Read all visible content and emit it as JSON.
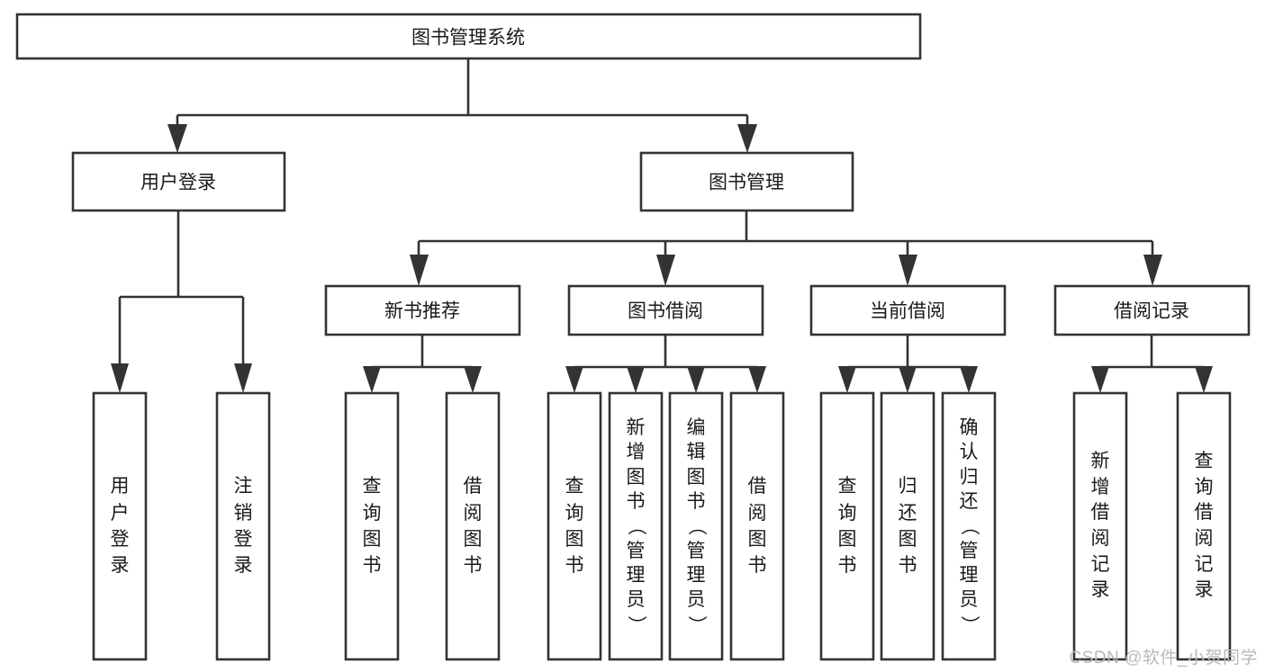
{
  "diagram": {
    "type": "tree",
    "title": "图书管理系统",
    "orientation": "top-down",
    "colors": {
      "stroke": "#333333",
      "box_fill": "#ffffff",
      "text": "#1a1a1a",
      "background": "#ffffff",
      "watermark": "#b9b9b9"
    }
  },
  "nodes": {
    "root": {
      "label": "图书管理系统",
      "level": 0
    },
    "level1": [
      {
        "id": "user-login",
        "label": "用户登录"
      },
      {
        "id": "book-manage",
        "label": "图书管理"
      }
    ],
    "level2": [
      {
        "id": "new-book-recommend",
        "label": "新书推荐",
        "parent": "book-manage"
      },
      {
        "id": "book-borrow",
        "label": "图书借阅",
        "parent": "book-manage"
      },
      {
        "id": "current-borrow",
        "label": "当前借阅",
        "parent": "book-manage"
      },
      {
        "id": "borrow-record",
        "label": "借阅记录",
        "parent": "book-manage"
      }
    ],
    "leaves": {
      "user-login": [
        {
          "id": "leaf-user-login",
          "label": "用户登录",
          "chars": [
            "用",
            "户",
            "登",
            "录"
          ]
        },
        {
          "id": "leaf-user-logout",
          "label": "注销登录",
          "chars": [
            "注",
            "销",
            "登",
            "录"
          ]
        }
      ],
      "new-book-recommend": [
        {
          "id": "leaf-query-book-1",
          "label": "查询图书",
          "chars": [
            "查",
            "询",
            "图",
            "书"
          ]
        },
        {
          "id": "leaf-borrow-book-1",
          "label": "借阅图书",
          "chars": [
            "借",
            "阅",
            "图",
            "书"
          ]
        }
      ],
      "book-borrow": [
        {
          "id": "leaf-query-book-2",
          "label": "查询图书",
          "chars": [
            "查",
            "询",
            "图",
            "书"
          ]
        },
        {
          "id": "leaf-add-book-admin",
          "label": "新增图书（管理员）",
          "chars": [
            "新",
            "增",
            "图",
            "书",
            "（",
            "管",
            "理",
            "员",
            "）"
          ]
        },
        {
          "id": "leaf-edit-book-admin",
          "label": "编辑图书（管理员）",
          "chars": [
            "编",
            "辑",
            "图",
            "书",
            "（",
            "管",
            "理",
            "员",
            "）"
          ]
        },
        {
          "id": "leaf-borrow-book-2",
          "label": "借阅图书",
          "chars": [
            "借",
            "阅",
            "图",
            "书"
          ]
        }
      ],
      "current-borrow": [
        {
          "id": "leaf-query-book-3",
          "label": "查询图书",
          "chars": [
            "查",
            "询",
            "图",
            "书"
          ]
        },
        {
          "id": "leaf-return-book",
          "label": "归还图书",
          "chars": [
            "归",
            "还",
            "图",
            "书"
          ]
        },
        {
          "id": "leaf-confirm-return-admin",
          "label": "确认归还（管理员）",
          "chars": [
            "确",
            "认",
            "归",
            "还",
            "（",
            "管",
            "理",
            "员",
            "）"
          ]
        }
      ],
      "borrow-record": [
        {
          "id": "leaf-add-borrow-record",
          "label": "新增借阅记录",
          "chars": [
            "新",
            "增",
            "借",
            "阅",
            "记",
            "录"
          ]
        },
        {
          "id": "leaf-query-borrow-record",
          "label": "查询借阅记录",
          "chars": [
            "查",
            "询",
            "借",
            "阅",
            "记",
            "录"
          ]
        }
      ]
    }
  },
  "watermark": {
    "text": "CSDN @软件_小贺同学"
  }
}
